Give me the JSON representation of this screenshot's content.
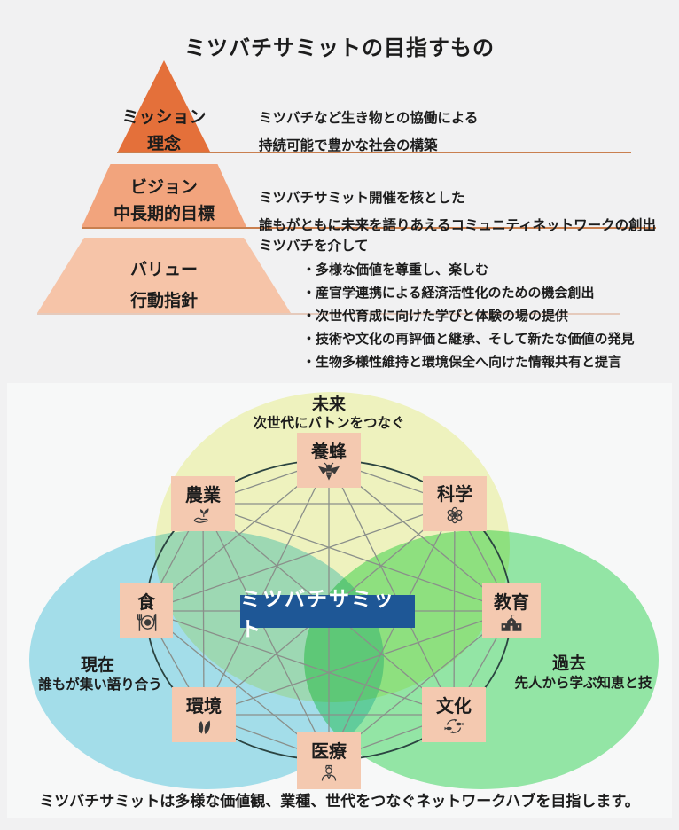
{
  "page": {
    "title": "ミツバチサミットの目指すもの",
    "caption": "ミツバチサミットは多様な価値観、業種、世代をつなぐネットワークハブを目指します。"
  },
  "pyramid": {
    "levels": [
      {
        "label_line1": "ミッション",
        "label_line2": "理念",
        "color": "#e4703a",
        "desc_line1": "ミツバチなど生き物との協働による",
        "desc_line2": "持続可能で豊かな社会の構築"
      },
      {
        "label_line1": "ビジョン",
        "label_line2": "中長期的目標",
        "color": "#f2a47d",
        "desc_line1": "ミツバチサミット開催を核とした",
        "desc_line2": "誰もがともに未来を語りあえるコミュニティネットワークの創出"
      },
      {
        "label_line1": "バリュー",
        "label_line2": "行動指針",
        "color": "#f6c4a8",
        "desc_intro": "ミツバチを介して",
        "bullets": [
          "・多様な価値を尊重し、楽しむ",
          "・産官学連携による経済活性化のための機会創出",
          "・次世代育成に向けた学びと体験の場の提供",
          "・技術や文化の再評価と継承、そして新たな価値の発見",
          "・生物多様性維持と環境保全へ向けた情報共有と提言"
        ]
      }
    ]
  },
  "venn": {
    "regions": [
      {
        "id": "future",
        "title": "未来",
        "subtitle": "次世代にバトンをつなぐ",
        "color": "#f6f9c4"
      },
      {
        "id": "present",
        "title": "現在",
        "subtitle": "誰もが集い語り合う",
        "color": "#a8e4f0"
      },
      {
        "id": "past",
        "title": "過去",
        "subtitle": "先人から学ぶ知恵と技",
        "color": "#98ecaa"
      }
    ],
    "center_label": "ミツバチサミット",
    "center_color": "#1e5796",
    "node_color": "#f4c9b0",
    "ring_color": "#2b4441",
    "line_color": "#8a8f8a",
    "nodes": [
      {
        "label": "養蜂",
        "icon": "bee-icon"
      },
      {
        "label": "農業",
        "icon": "sprout-hand-icon"
      },
      {
        "label": "科学",
        "icon": "atom-flower-icon"
      },
      {
        "label": "食",
        "icon": "plate-cutlery-icon"
      },
      {
        "label": "教育",
        "icon": "school-icon"
      },
      {
        "label": "環境",
        "icon": "leaves-icon"
      },
      {
        "label": "文化",
        "icon": "fish-cycle-icon"
      },
      {
        "label": "医療",
        "icon": "nurse-icon"
      }
    ]
  }
}
